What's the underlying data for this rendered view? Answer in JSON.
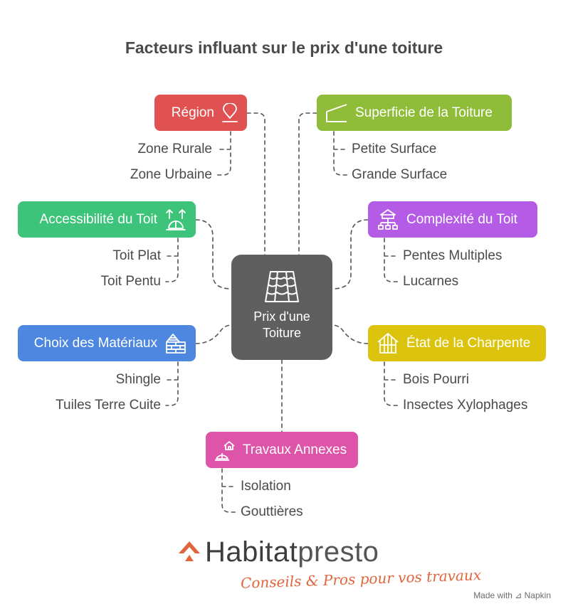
{
  "title": "Facteurs influant sur le prix d'une toiture",
  "center": {
    "label": "Prix d'une Toiture",
    "icon": "roof-tiles-icon"
  },
  "nodes": [
    {
      "label": "Région",
      "color": "#e05252",
      "icon": "map-pin-icon",
      "leaves": [
        "Zone Rurale",
        "Zone Urbaine"
      ]
    },
    {
      "label": "Superficie de la Toiture",
      "color": "#8fbd3a",
      "icon": "roof-area-icon",
      "leaves": [
        "Petite Surface",
        "Grande Surface"
      ]
    },
    {
      "label": "Accessibilité du Toit",
      "color": "#3dc47a",
      "icon": "worker-arrows-icon",
      "leaves": [
        "Toit Plat",
        "Toit Pentu"
      ]
    },
    {
      "label": "Complexité du Toit",
      "color": "#b45ce6",
      "icon": "network-roof-icon",
      "leaves": [
        "Pentes Multiples",
        "Lucarnes"
      ]
    },
    {
      "label": "Choix des Matériaux",
      "color": "#4d87e0",
      "icon": "materials-stack-icon",
      "leaves": [
        "Shingle",
        "Tuiles Terre Cuite"
      ]
    },
    {
      "label": "État de la Charpente",
      "color": "#dcc40e",
      "icon": "roof-frame-icon",
      "leaves": [
        "Bois Pourri",
        "Insectes Xylophages"
      ]
    },
    {
      "label": "Travaux Annexes",
      "color": "#de54a8",
      "icon": "worker-house-icon",
      "leaves": [
        "Isolation",
        "Gouttières"
      ]
    }
  ],
  "logo": {
    "brand_part1": "Habitat",
    "brand_part2": "presto",
    "tagline": "Conseils & Pros pour vos travaux",
    "accent_color": "#e0643c"
  },
  "footer": {
    "made_with": "Made with",
    "brand": "Napkin"
  }
}
